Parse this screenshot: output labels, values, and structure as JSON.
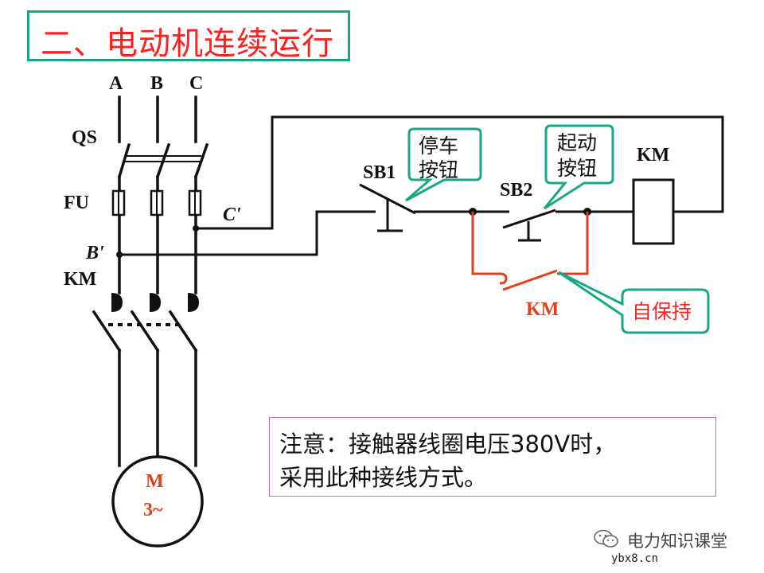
{
  "title": "二、电动机连续运行",
  "phases": [
    "A",
    "B",
    "C"
  ],
  "labels": {
    "qs": "QS",
    "fu": "FU",
    "c_prime": "C'",
    "b_prime": "B'",
    "km_main": "KM",
    "motor_m": "M",
    "motor_3": "3~",
    "sb1": "SB1",
    "sb2": "SB2",
    "km_coil": "KM",
    "km_aux": "KM"
  },
  "callouts": {
    "stop_button": [
      "停车",
      "按钮"
    ],
    "start_button": [
      "起动",
      "按钮"
    ],
    "self_hold": "自保持"
  },
  "note": {
    "line1": "注意：接触器线圈电压380V时，",
    "line2": "采用此种接线方式。"
  },
  "watermark": "电力知识课堂",
  "site": "ybx8.cn",
  "colors": {
    "title": "#ff2020",
    "title_border": "#19a886",
    "callout_border": "#19a886",
    "self_hold_text": "#ff2020",
    "aux_contact": "#e0401a",
    "note_border": "#c46ac4",
    "line": "#111111"
  }
}
